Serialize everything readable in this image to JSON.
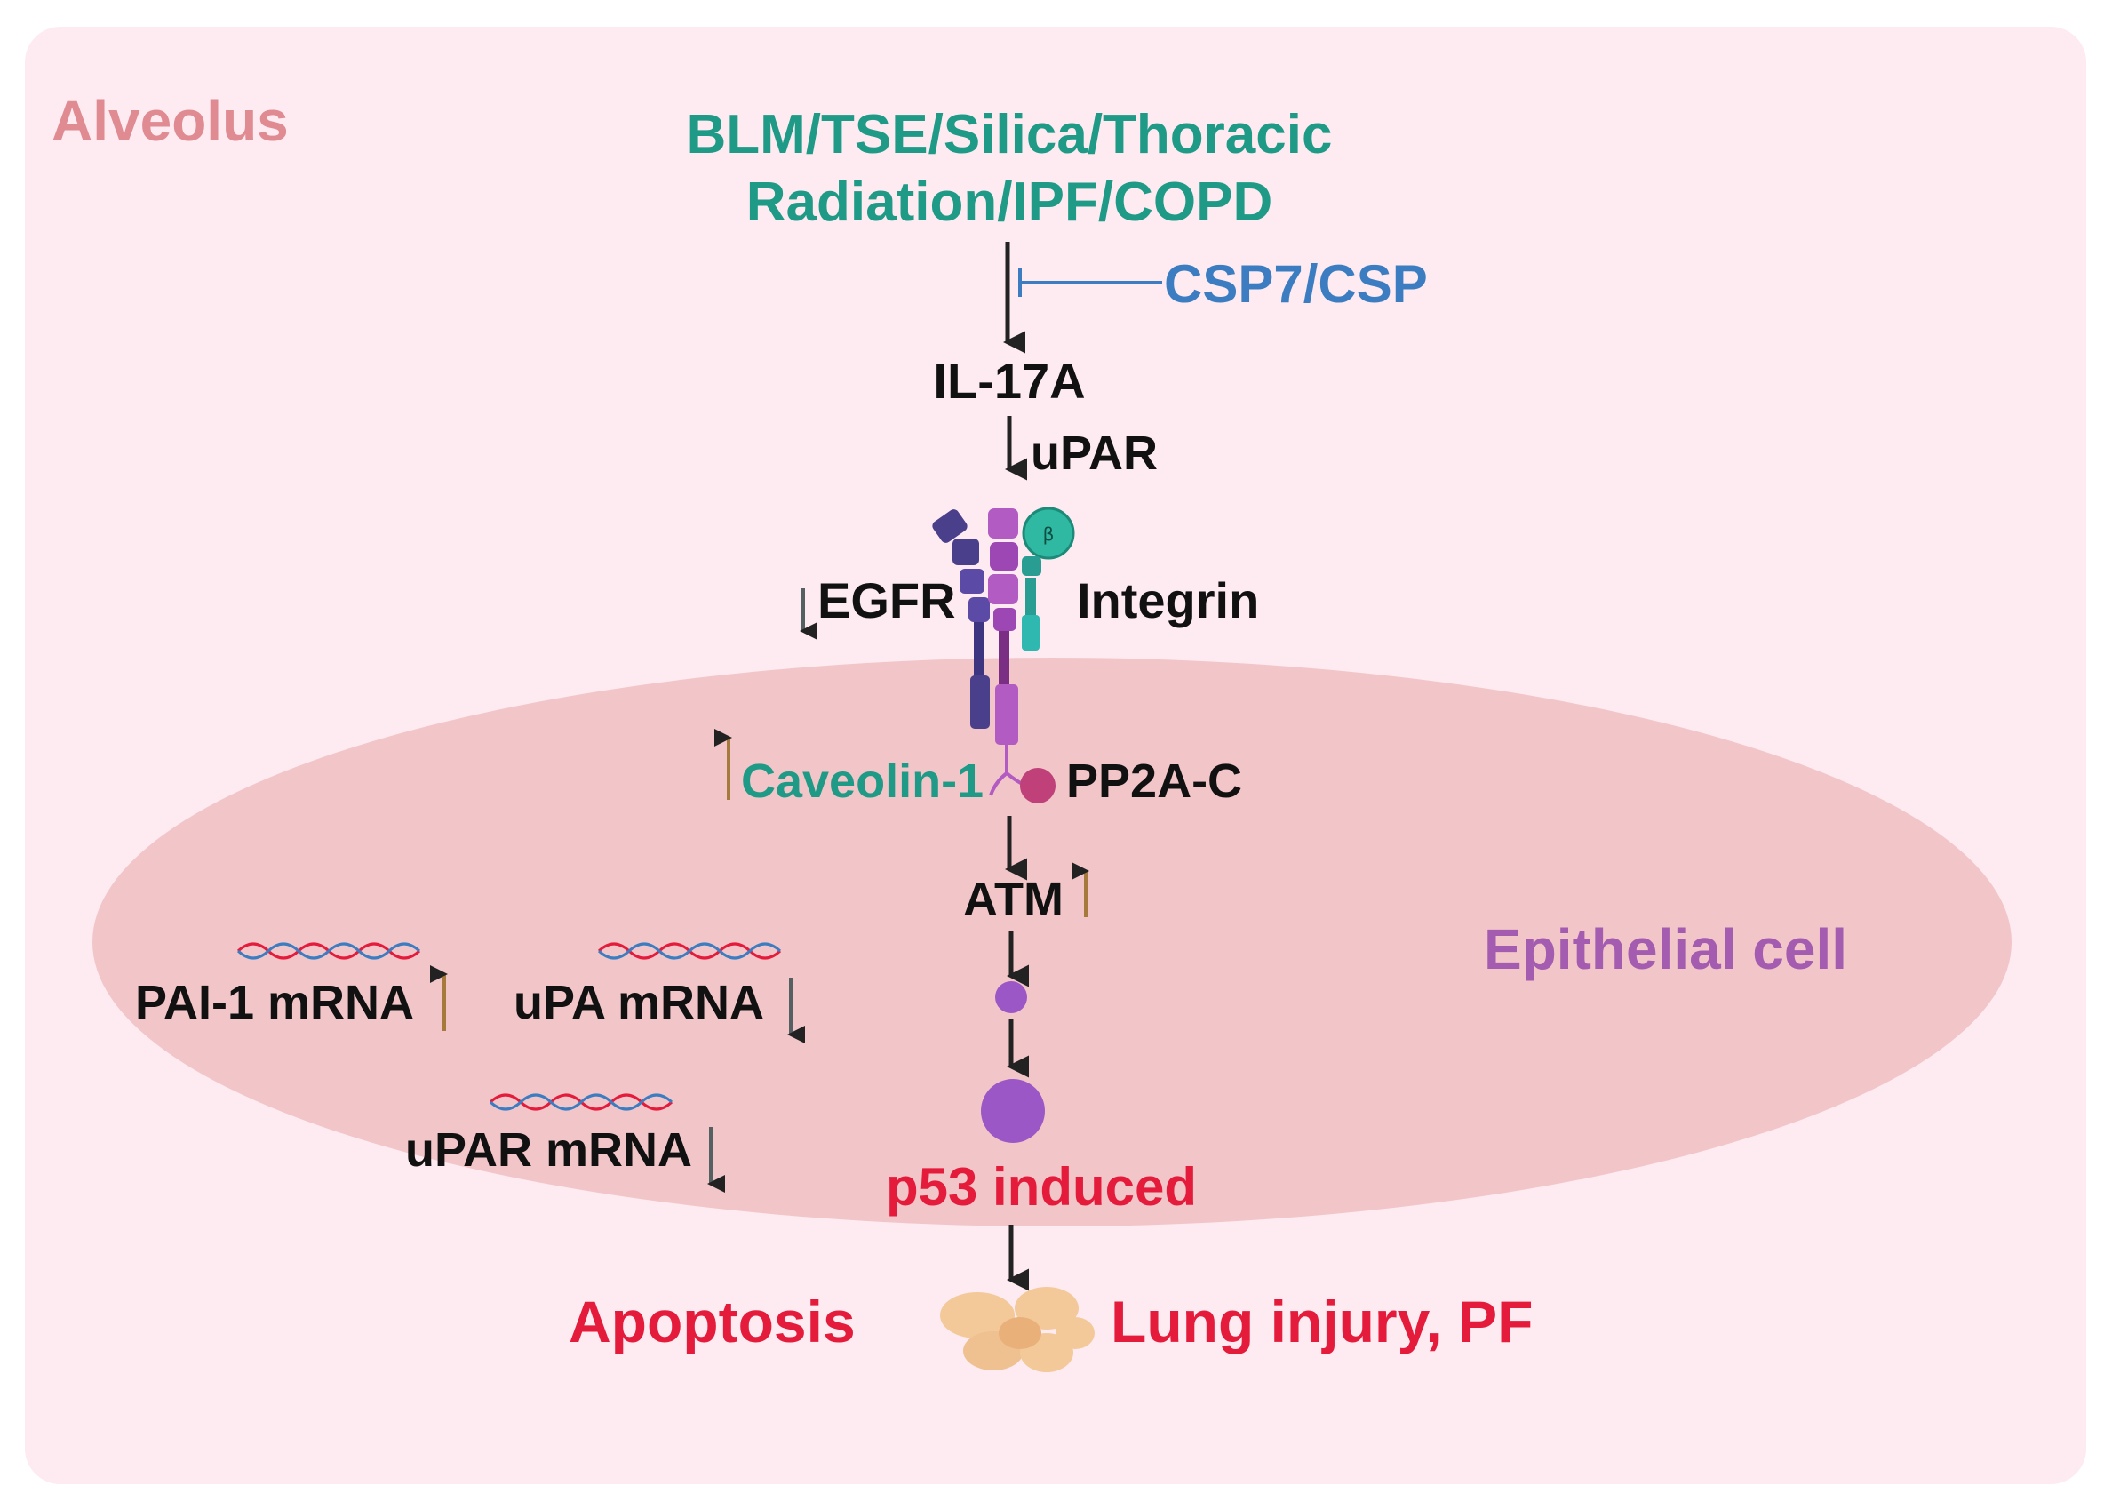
{
  "region_label": "Alveolus",
  "cell_label": "Epithelial cell",
  "stimuli_line1": "BLM/TSE/Silica/Thoracic",
  "stimuli_line2": "Radiation/IPF/COPD",
  "inhibitor": "CSP7/CSP",
  "il17a": "IL-17A",
  "upar": "uPAR",
  "egfr": "EGFR",
  "integrin": "Integrin",
  "beta_symbol": "β",
  "caveolin": "Caveolin-1",
  "pp2a": "PP2A-C",
  "atm": "ATM",
  "pai1_mrna": "PAI-1 mRNA",
  "upa_mrna": "uPA mRNA",
  "upar_mrna": "uPAR mRNA",
  "p53": "p53 induced",
  "apoptosis": "Apoptosis",
  "outcome": "Lung injury, PF",
  "colors": {
    "panel_bg": "#fdebf1",
    "cell_fill": "#f2c6c8",
    "teal": "#1e9a86",
    "blue": "#3c7dc2",
    "red": "#e41b3b",
    "pink_label": "#e08a92",
    "purple_label": "#a35cb0",
    "up_arrow": "#a57a3a",
    "down_arrow": "#556062"
  }
}
